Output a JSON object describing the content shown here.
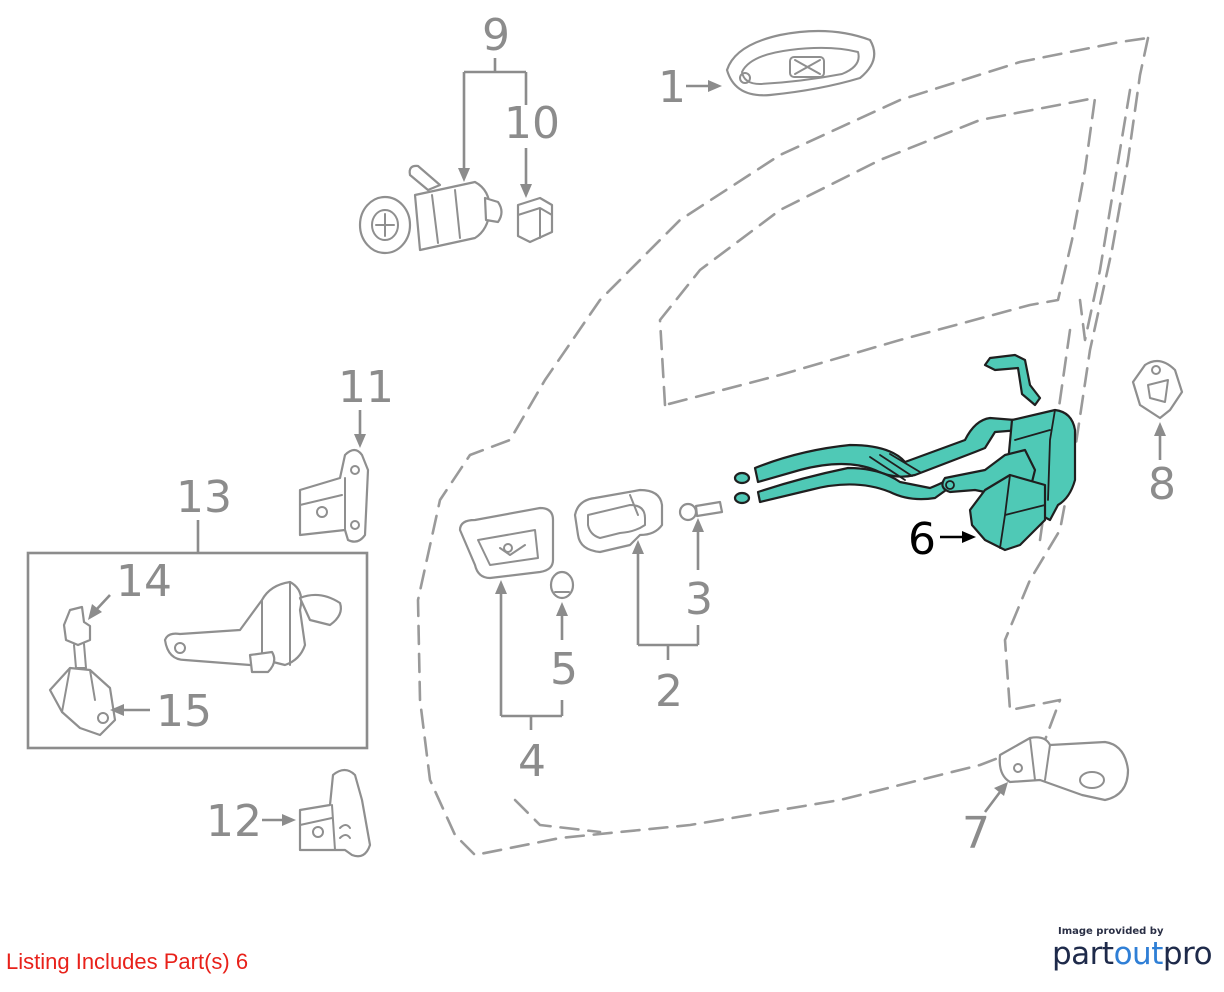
{
  "diagram": {
    "callouts": [
      {
        "id": "1",
        "label": "1",
        "highlighted": false
      },
      {
        "id": "2",
        "label": "2",
        "highlighted": false
      },
      {
        "id": "3",
        "label": "3",
        "highlighted": false
      },
      {
        "id": "4",
        "label": "4",
        "highlighted": false
      },
      {
        "id": "5",
        "label": "5",
        "highlighted": false
      },
      {
        "id": "6",
        "label": "6",
        "highlighted": true
      },
      {
        "id": "7",
        "label": "7",
        "highlighted": false
      },
      {
        "id": "8",
        "label": "8",
        "highlighted": false
      },
      {
        "id": "9",
        "label": "9",
        "highlighted": false
      },
      {
        "id": "10",
        "label": "10",
        "highlighted": false
      },
      {
        "id": "11",
        "label": "11",
        "highlighted": false
      },
      {
        "id": "12",
        "label": "12",
        "highlighted": false
      },
      {
        "id": "13",
        "label": "13",
        "highlighted": false
      },
      {
        "id": "14",
        "label": "14",
        "highlighted": false
      },
      {
        "id": "15",
        "label": "15",
        "highlighted": false
      }
    ],
    "highlight_color": "#4fc9b6",
    "line_color": "#8c8c8c"
  },
  "listing": {
    "text": "Listing Includes Part(s) 6",
    "color": "#e8211a"
  },
  "brand": {
    "caption": "Image provided by",
    "logo_part1": "part",
    "logo_part2": "out",
    "logo_part3": "pro"
  }
}
